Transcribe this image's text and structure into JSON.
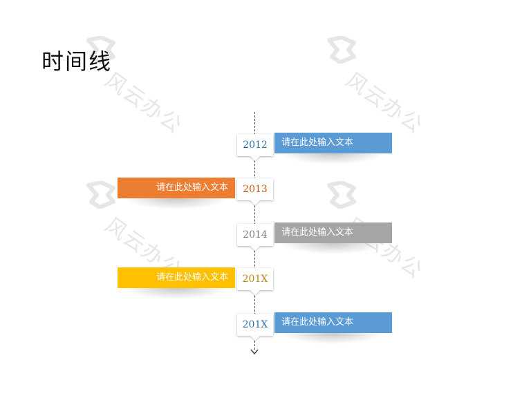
{
  "title": "时间线",
  "watermark": {
    "text": "风云办公",
    "color": "#e6e6e6"
  },
  "timeline": {
    "axis_color": "#444444",
    "items": [
      {
        "year": "2012",
        "text": "请在此处输入文本",
        "color": "#5b9bd5",
        "year_color": "#2e6fa8",
        "side": "right"
      },
      {
        "year": "2013",
        "text": "请在此处输入文本",
        "color": "#ed7d31",
        "year_color": "#c55a11",
        "side": "left"
      },
      {
        "year": "2014",
        "text": "请在此处输入文本",
        "color": "#a5a5a5",
        "year_color": "#7f7f7f",
        "side": "right"
      },
      {
        "year": "201X",
        "text": "请在此处输入文本",
        "color": "#ffc000",
        "year_color": "#b8860b",
        "side": "left"
      },
      {
        "year": "201X",
        "text": "请在此处输入文本",
        "color": "#5b9bd5",
        "year_color": "#2e6fa8",
        "side": "right"
      }
    ]
  }
}
